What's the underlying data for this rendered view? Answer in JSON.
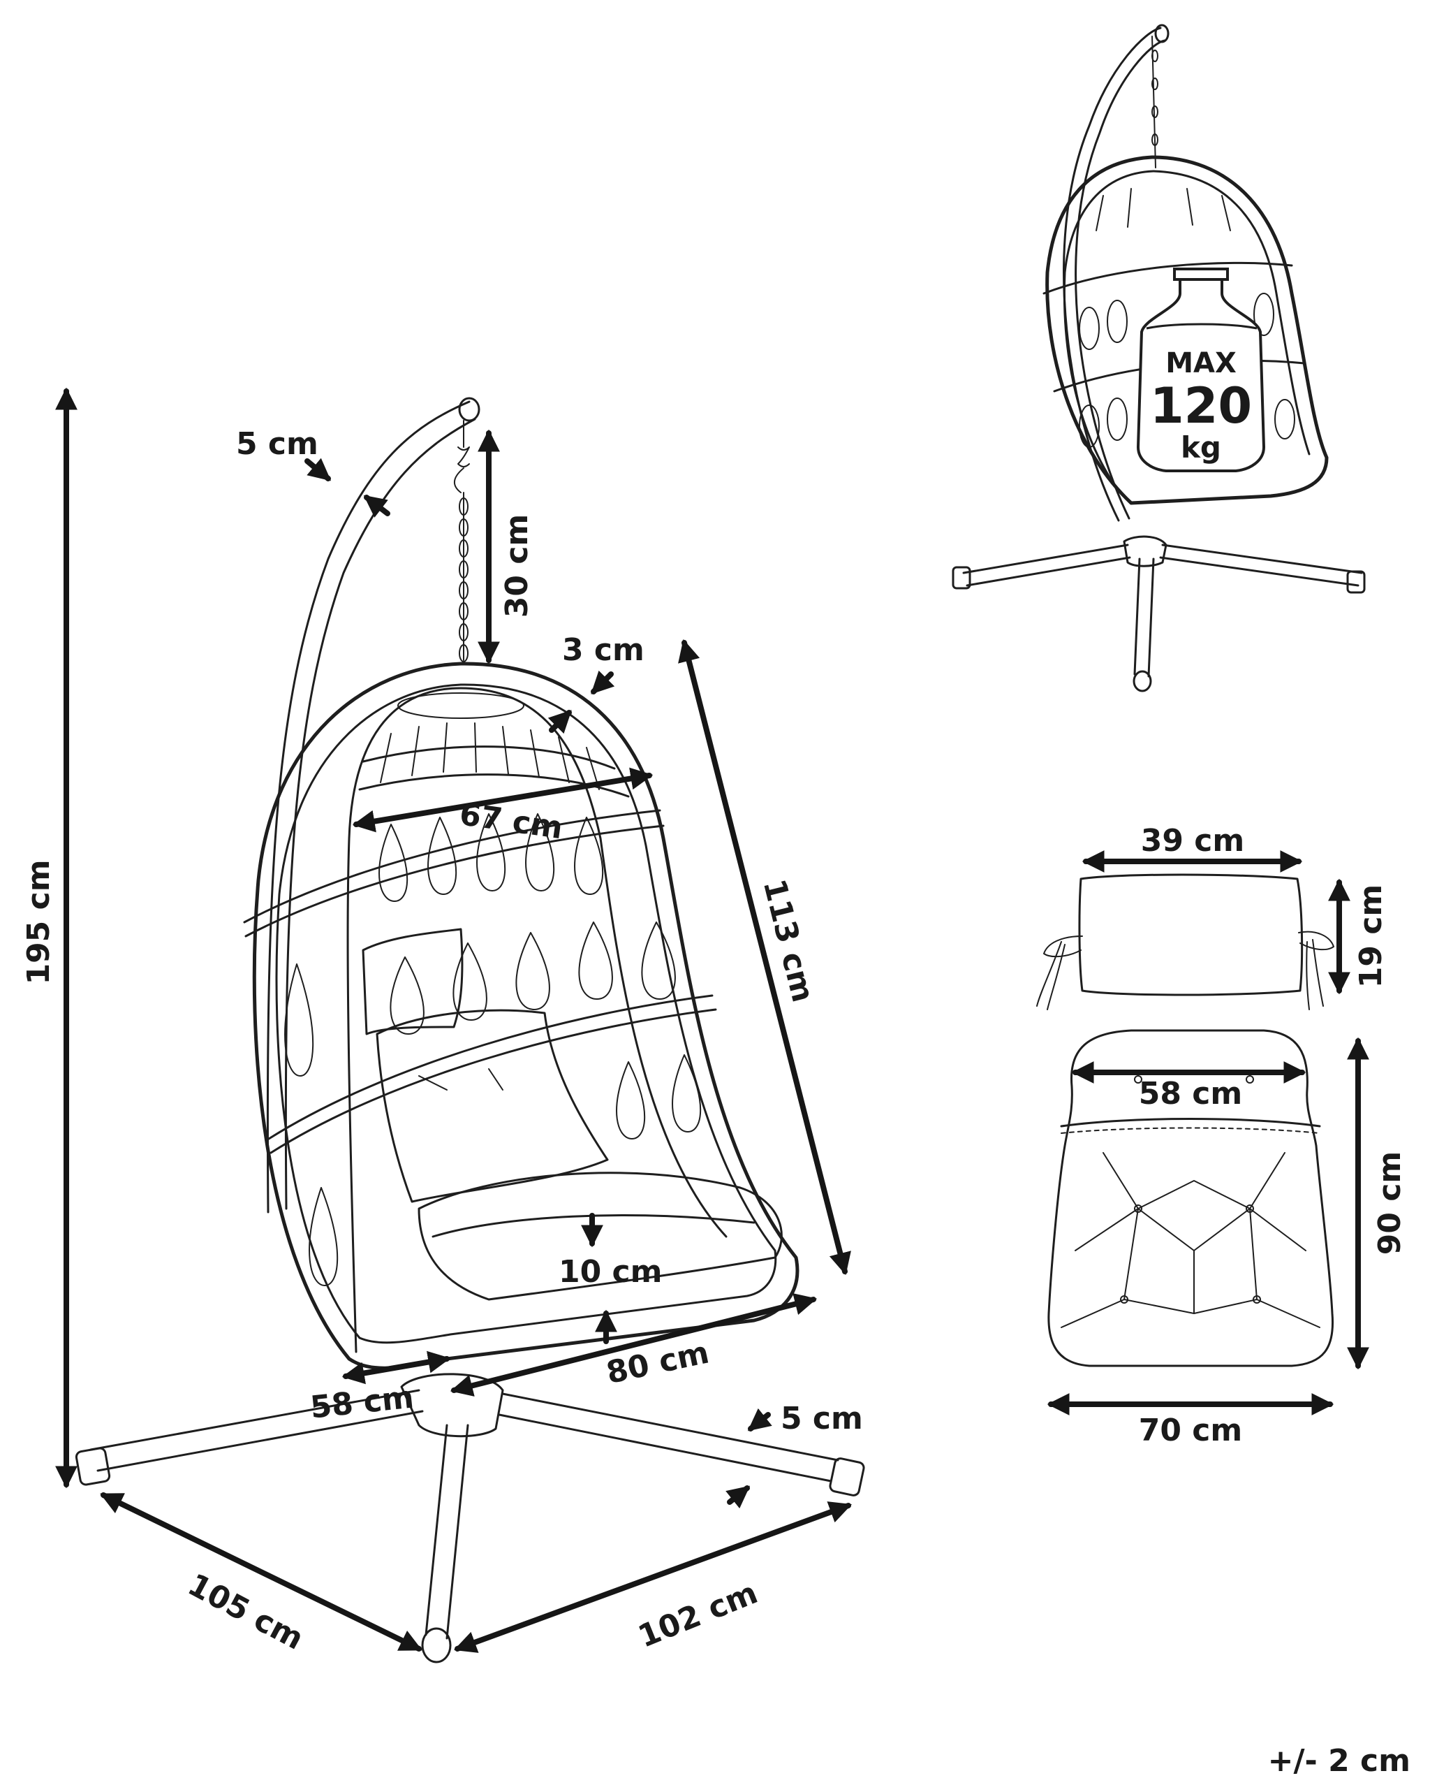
{
  "colors": {
    "ink": "#1a1a1a",
    "paper": "#ffffff"
  },
  "dimensions": {
    "total_height": "195 cm",
    "tube_diameter": "5 cm",
    "chain_length": "30 cm",
    "frame_thickness": "3 cm",
    "basket_width": "67 cm",
    "basket_height": "113 cm",
    "cushion_thickness": "10 cm",
    "basket_depth_front": "80 cm",
    "basket_depth_side": "58 cm",
    "leg_diameter": "5 cm",
    "base_left": "105 cm",
    "base_right": "102 cm"
  },
  "max_load": {
    "line1": "MAX",
    "line2": "120",
    "line3": "kg"
  },
  "pillow": {
    "width": "39 cm",
    "height": "19 cm"
  },
  "seat_cushion": {
    "top_width": "58 cm",
    "length": "90 cm",
    "bottom_width": "70 cm"
  },
  "tolerance": "+/- 2 cm"
}
